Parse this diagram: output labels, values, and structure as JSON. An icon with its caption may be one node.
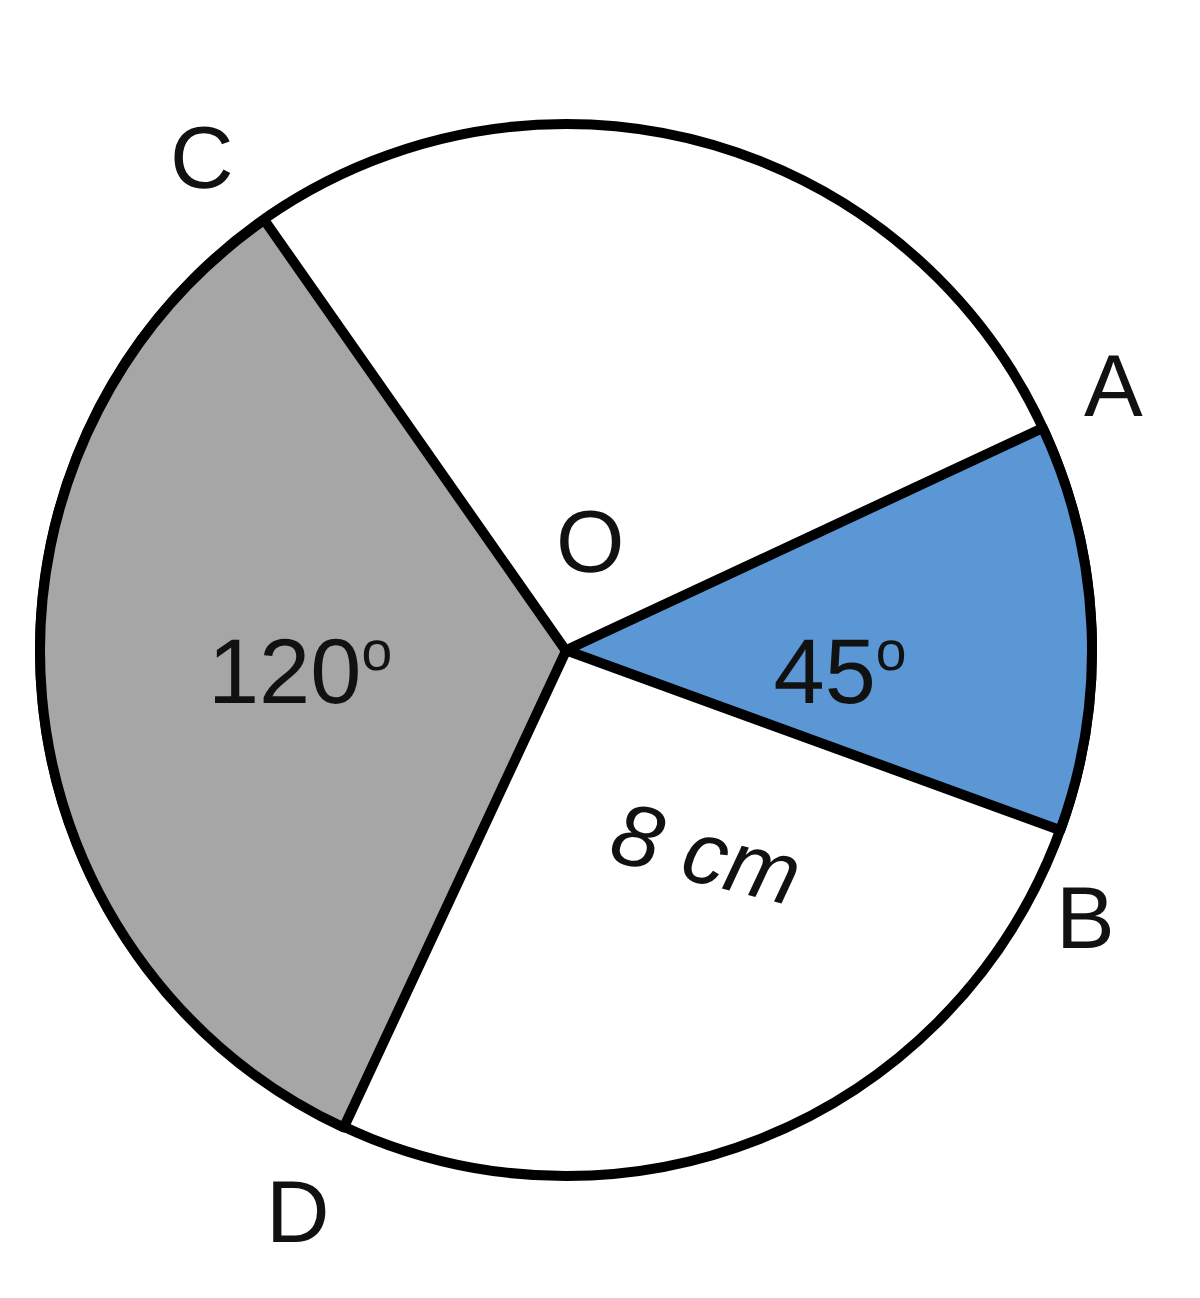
{
  "diagram": {
    "nodes": [
      {
        "text": [
          "120$^{o}$"
        ]
      },
      {
        "text": [
          "45$^{o}$"
        ]
      }
    ],
    "labels": [
      "C",
      "A",
      "O",
      "8 cm",
      "B",
      "D"
    ]
  }
}
